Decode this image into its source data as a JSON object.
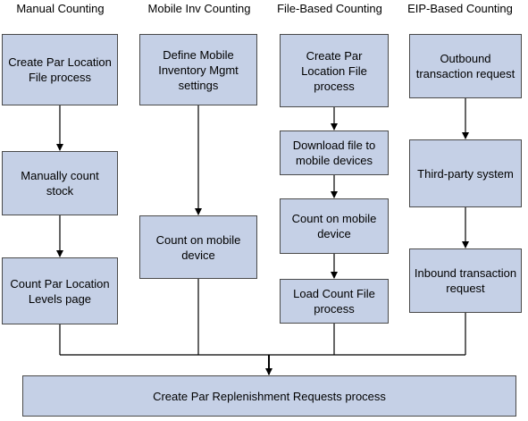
{
  "columns": [
    {
      "header": "Manual Counting",
      "steps": [
        "Create Par Location\nFile process",
        "Manually count stock",
        "Count Par Location\nLevels page"
      ]
    },
    {
      "header": "Mobile Inv Counting",
      "steps": [
        "Define Mobile\nInventory Mgmt\nsettings",
        "Count on mobile\ndevice"
      ]
    },
    {
      "header": "File-Based Counting",
      "steps": [
        "Create Par\nLocation File\nprocess",
        "Download file to\nmobile devices",
        "Count on mobile\ndevice",
        "Load Count File\nprocess"
      ]
    },
    {
      "header": "EIP-Based Counting",
      "steps": [
        "Outbound\ntransaction request",
        "Third-party system",
        "Inbound transaction\nrequest"
      ]
    }
  ],
  "final_step": "Create Par Replenishment Requests process",
  "colors": {
    "box_fill": "#c5d0e6",
    "box_border": "#4a4a4a",
    "connector": "#000000"
  }
}
